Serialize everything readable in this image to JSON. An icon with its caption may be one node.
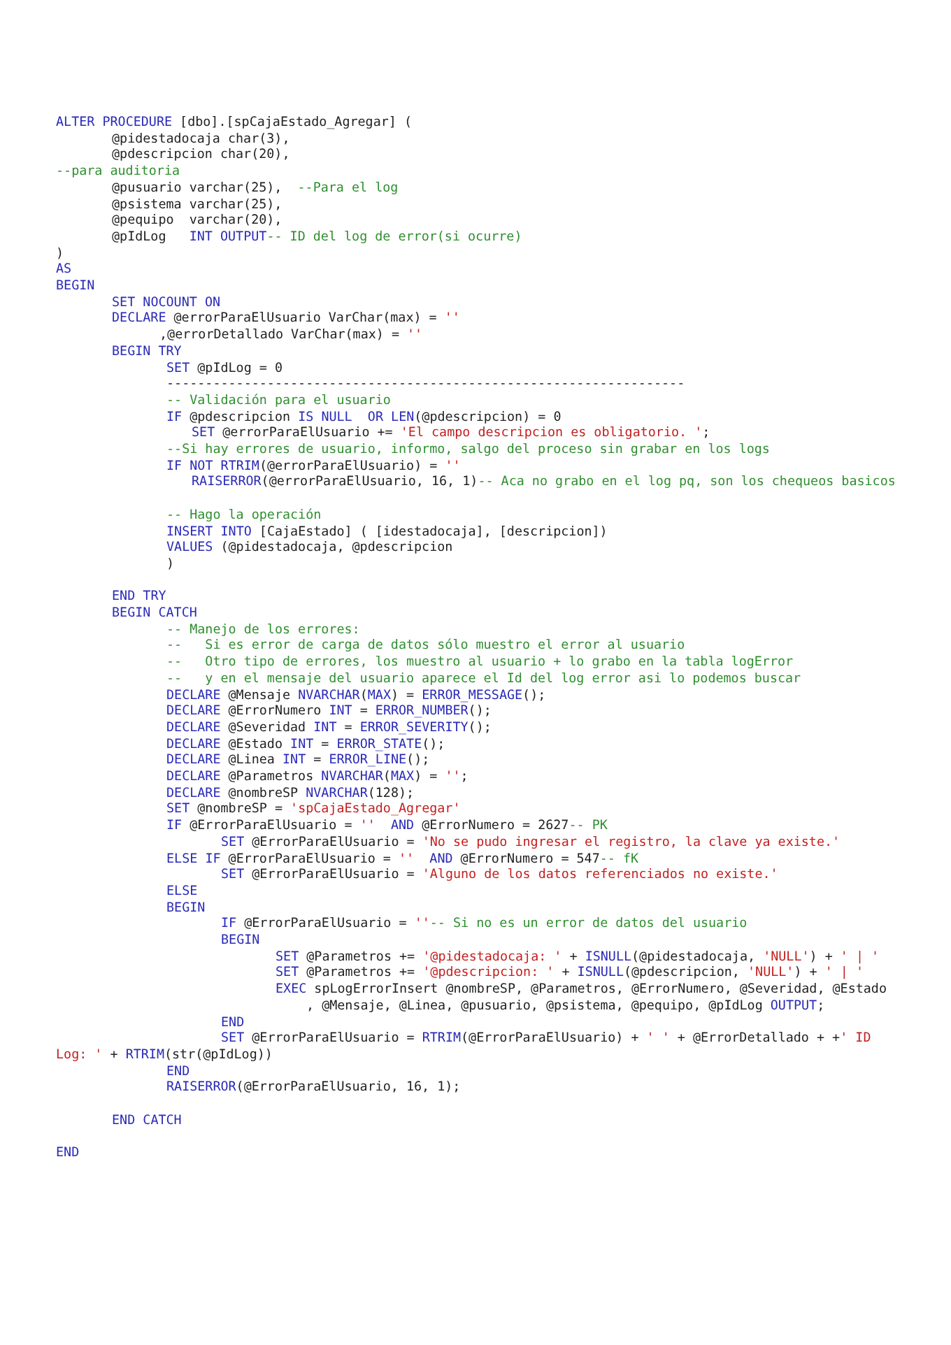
{
  "diagram": {
    "labels": [
      "ALTER PROCEDURE [dbo].[spCajaEstado_Agregar] (",
      "@pidestadocaja char(3),",
      "@pdescripcion char(20),",
      "--para auditoria",
      "@pusuario varchar(25),  --Para el log",
      "@psistema varchar(25),",
      "@pequipo  varchar(20),",
      "@pIdLog   INT OUTPUT-- ID del log de error(si ocurre)",
      ")",
      "AS",
      "BEGIN",
      "SET NOCOUNT ON",
      "DECLARE @errorParaElUsuario VarChar(max) = ''",
      ",@errorDetallado VarChar(max) = ''",
      "BEGIN TRY",
      "SET @pIdLog = 0",
      "-------------------------------------------------------------------",
      "-- Validación para el usuario",
      "IF @pdescripcion IS NULL  OR LEN(@pdescripcion) = 0",
      "SET @errorParaElUsuario += 'El campo descripcion es obligatorio. ';",
      "--Si hay errores de usuario, informo, salgo del proceso sin grabar en los logs",
      "IF NOT RTRIM(@errorParaElUsuario) = ''",
      "RAISERROR(@errorParaElUsuario, 16, 1)-- Aca no grabo en el log pq, son los chequeos basicos",
      "-- Hago la operación",
      "INSERT INTO [CajaEstado] ( [idestadocaja], [descripcion])",
      "VALUES (@pidestadocaja, @pdescripcion",
      ")",
      "END TRY",
      "BEGIN CATCH",
      "-- Manejo de los errores:",
      "--   Si es error de carga de datos sólo muestro el error al usuario",
      "--   Otro tipo de errores, los muestro al usuario + lo grabo en la tabla logError",
      "--   y en el mensaje del usuario aparece el Id del log error asi lo podemos buscar",
      "DECLARE @Mensaje NVARCHAR(MAX) = ERROR_MESSAGE();",
      "DECLARE @ErrorNumero INT = ERROR_NUMBER();",
      "DECLARE @Severidad INT = ERROR_SEVERITY();",
      "DECLARE @Estado INT = ERROR_STATE();",
      "DECLARE @Linea INT = ERROR_LINE();",
      "DECLARE @Parametros NVARCHAR(MAX) = '';",
      "DECLARE @nombreSP NVARCHAR(128);",
      "SET @nombreSP = 'spCajaEstado_Agregar'",
      "IF @ErrorParaElUsuario = ''  AND @ErrorNumero = 2627-- PK",
      "SET @ErrorParaElUsuario = 'No se pudo ingresar el registro, la clave ya existe.'",
      "ELSE IF @ErrorParaElUsuario = ''  AND @ErrorNumero = 547-- fK",
      "SET @ErrorParaElUsuario = 'Alguno de los datos referenciados no existe.'",
      "ELSE",
      "BEGIN",
      "IF @ErrorParaElUsuario = ''-- Si no es un error de datos del usuario",
      "BEGIN",
      "SET @Parametros += '@pidestadocaja: ' + ISNULL(@pidestadocaja, 'NULL') + ' | '",
      "SET @Parametros += '@pdescripcion: ' + ISNULL(@pdescripcion, 'NULL') + ' | '",
      "EXEC spLogErrorInsert @nombreSP, @Parametros, @ErrorNumero, @Severidad, @Estado",
      ", @Mensaje, @Linea, @pusuario, @psistema, @pequipo, @pIdLog OUTPUT;",
      "END",
      "SET @ErrorParaElUsuario = RTRIM(@ErrorParaElUsuario) + ' ' + @ErrorDetallado + +' ID",
      "Log: ' + RTRIM(str(@pIdLog))",
      "END",
      "RAISERROR(@ErrorParaElUsuario, 16, 1);",
      "END CATCH",
      "END"
    ]
  }
}
